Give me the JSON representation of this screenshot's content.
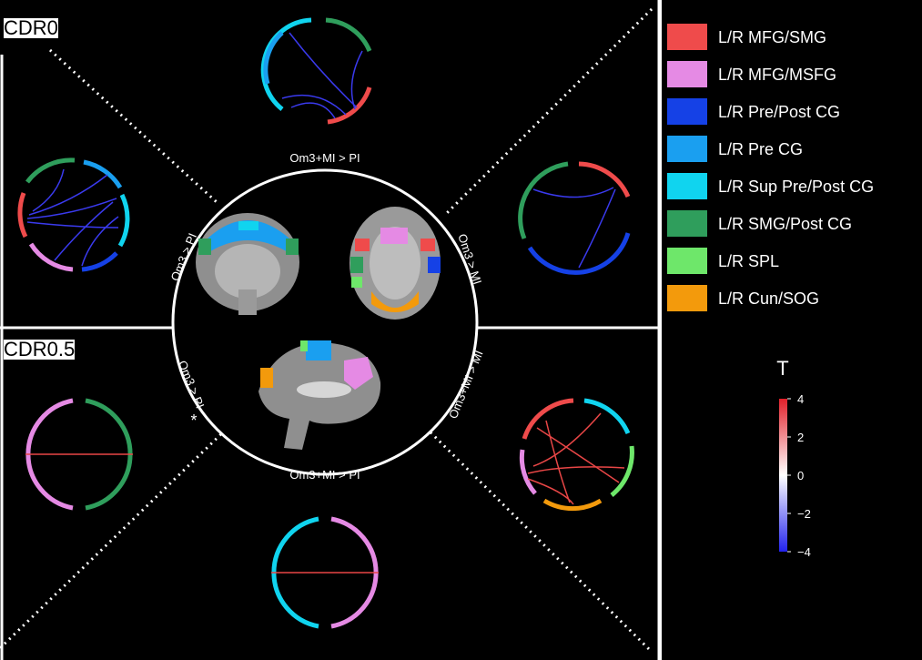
{
  "panel_labels": {
    "top": "CDR0",
    "bottom": "CDR0.5"
  },
  "contrasts": {
    "top": "Om3+MI > PI",
    "top_left": "Om3 > PI",
    "top_right": "Om3 > MI",
    "bottom_left": "Om3 > PI",
    "bottom_left_marker": "*",
    "bottom_right": "Om3+MI > MI",
    "bottom": "Om3+MI > PI"
  },
  "legend": [
    {
      "label": "L/R MFG/SMG",
      "color": "#ef4b4b"
    },
    {
      "label": "L/R MFG/MSFG",
      "color": "#e58ae4"
    },
    {
      "label": "L/R Pre/Post CG",
      "color": "#1541e6"
    },
    {
      "label": "L/R Pre CG",
      "color": "#1a9ff0"
    },
    {
      "label": "L/R Sup Pre/Post  CG",
      "color": "#10d4ef"
    },
    {
      "label": "L/R SMG/Post  CG",
      "color": "#2f9e5c"
    },
    {
      "label": "L/R SPL",
      "color": "#6ee76a"
    },
    {
      "label": "L/R Cun/SOG",
      "color": "#f39a0c"
    }
  ],
  "colorbar": {
    "title": "T",
    "ticks": [
      "4",
      "2",
      "0",
      "−2",
      "−4"
    ],
    "colors": {
      "high": "#e2202a",
      "mid": "#ffffff",
      "low": "#2222ee"
    }
  },
  "colors": {
    "background": "#000000",
    "divider": "#ffffff",
    "positive_edge": "#e84646",
    "negative_edge": "#3a3aee"
  }
}
